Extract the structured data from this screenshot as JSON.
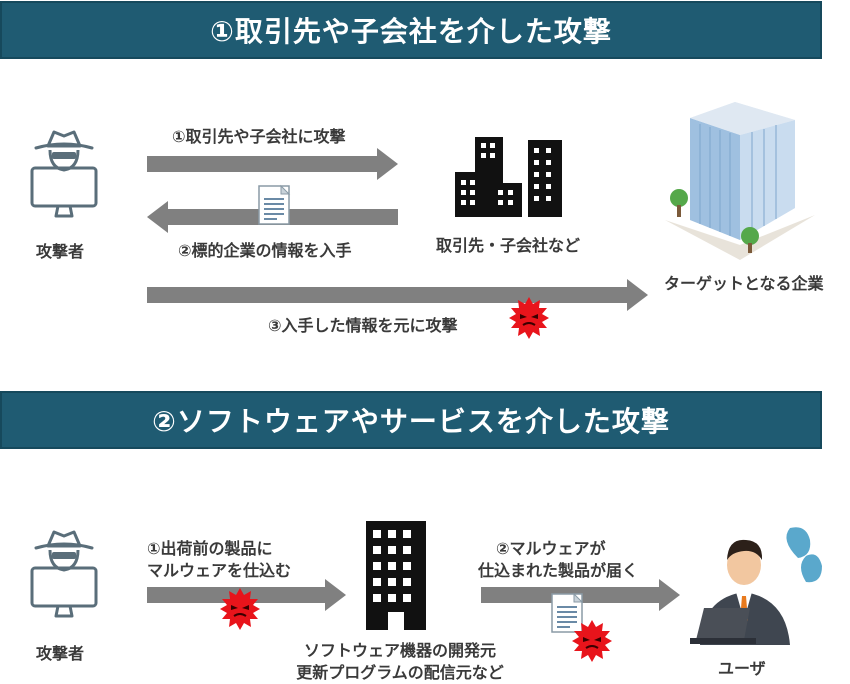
{
  "section1": {
    "title": "①取引先や子会社を介した攻撃",
    "attacker_label": "攻撃者",
    "arrow1_label": "①取引先や子会社に攻撃",
    "arrow2_label": "②標的企業の情報を入手",
    "arrow3_label": "③入手した情報を元に攻撃",
    "partner_label": "取引先・子会社など",
    "target_label": "ターゲットとなる企業"
  },
  "section2": {
    "title": "②ソフトウェアやサービスを介した攻撃",
    "attacker_label": "攻撃者",
    "arrow1_label_line1": "①出荷前の製品に",
    "arrow1_label_line2": "マルウェアを仕込む",
    "arrow2_label_line1": "②マルウェアが",
    "arrow2_label_line2": "仕込まれた製品が届く",
    "vendor_label_line1": "ソフトウェア機器の開発元",
    "vendor_label_line2": "更新プログラムの配信元など",
    "user_label": "ユーザ"
  },
  "colors": {
    "banner": "#1f5b72",
    "arrow": "#808080",
    "virus": "#e8141b",
    "building_dark": "#111111",
    "attacker_outline": "#5a6e7a",
    "tower_blue": "#9fc0e0"
  },
  "icons": [
    "hacker-icon",
    "document-icon",
    "virus-icon",
    "buildings-icon",
    "office-tower-icon",
    "user-laptop-icon",
    "sweat-drop-icon"
  ]
}
